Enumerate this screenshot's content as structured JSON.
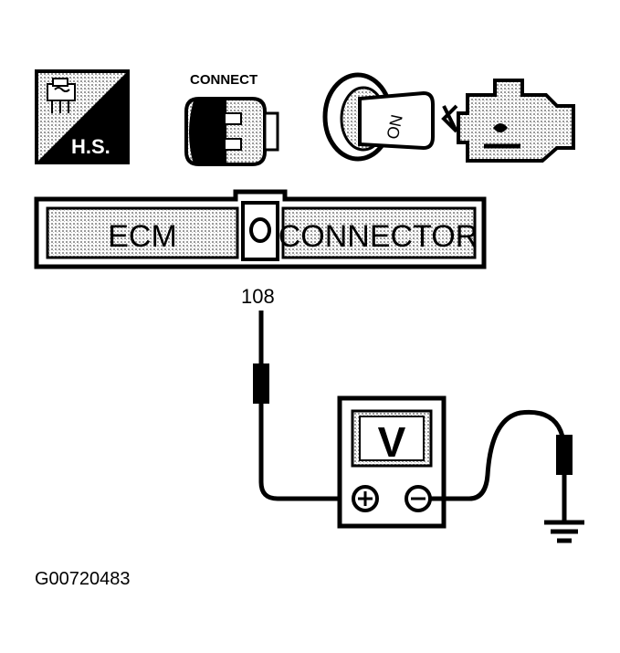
{
  "icons": {
    "hot_start_label": "H.S.",
    "connect_label": "CONNECT",
    "key_label": "ON"
  },
  "connector": {
    "left_label": "ECM",
    "right_label": "CONNECTOR",
    "pin_number": "108"
  },
  "meter": {
    "symbol": "V"
  },
  "figure_id": "G00720483",
  "colors": {
    "ink": "#000000",
    "paper": "#ffffff",
    "shade": "#bdbdbd"
  }
}
